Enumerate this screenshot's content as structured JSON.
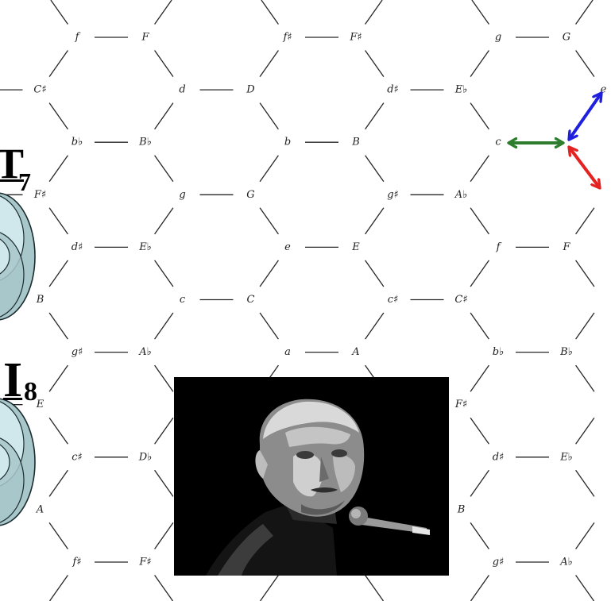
{
  "grid": {
    "rows": [
      [
        [
          "f",
          "F"
        ],
        [
          "f♯",
          "F♯"
        ],
        [
          "g",
          "G"
        ]
      ],
      [
        [
          null,
          "C♯"
        ],
        [
          "d",
          "D"
        ],
        [
          "d♯",
          "E♭"
        ],
        [
          "e",
          null
        ]
      ],
      [
        [
          "b♭",
          "B♭"
        ],
        [
          "b",
          "B"
        ],
        [
          "c",
          null
        ]
      ],
      [
        [
          null,
          "F♯"
        ],
        [
          "g",
          "G"
        ],
        [
          "g♯",
          "A♭"
        ],
        [
          null,
          null
        ]
      ],
      [
        [
          "d♯",
          "E♭"
        ],
        [
          "e",
          "E"
        ],
        [
          "f",
          "F"
        ]
      ],
      [
        [
          null,
          "B"
        ],
        [
          "c",
          "C"
        ],
        [
          "c♯",
          "C♯"
        ],
        [
          null,
          null
        ]
      ],
      [
        [
          "g♯",
          "A♭"
        ],
        [
          "a",
          "A"
        ],
        [
          "b♭",
          "B♭"
        ]
      ],
      [
        [
          null,
          "E"
        ],
        [
          null,
          null
        ],
        [
          null,
          "F♯"
        ],
        [
          null,
          null
        ]
      ],
      [
        [
          "c♯",
          "D♭"
        ],
        [
          null,
          null
        ],
        [
          "d♯",
          "E♭"
        ]
      ],
      [
        [
          null,
          "A"
        ],
        [
          null,
          null
        ],
        [
          null,
          "B"
        ],
        [
          null,
          null
        ]
      ],
      [
        [
          "f♯",
          "F♯"
        ],
        [
          null,
          null
        ],
        [
          "g♯",
          "A♭"
        ]
      ]
    ],
    "line_color": "#262626",
    "label_color": "#222222"
  },
  "transforms": [
    {
      "letter": "T",
      "subscript": "7"
    },
    {
      "letter": "I",
      "subscript": "8"
    }
  ],
  "arrows": [
    {
      "icon": "double-arrow-icon",
      "color": "#2e7d2e"
    },
    {
      "icon": "double-arrow-icon",
      "color": "#1f1fe0"
    },
    {
      "icon": "double-arrow-icon",
      "color": "#e52222"
    }
  ],
  "rings": {
    "fill": "#a8c7ca",
    "highlight": "#d0e8ec",
    "outline": "#1c2b2e"
  },
  "photo": {
    "background": "#000000"
  }
}
